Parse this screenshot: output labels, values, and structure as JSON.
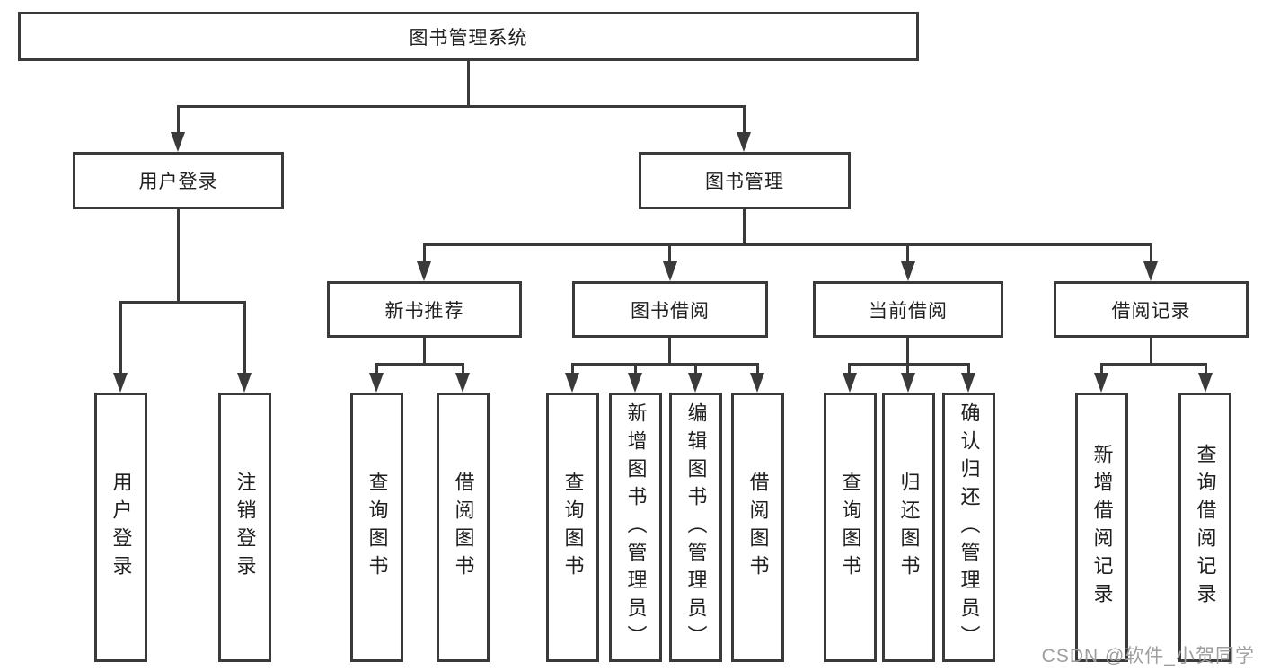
{
  "diagram": {
    "root": "图书管理系统",
    "branches": {
      "user_login": {
        "label": "用户登录",
        "children": [
          "用户登录",
          "注销登录"
        ]
      },
      "book_management": {
        "label": "图书管理",
        "sections": [
          {
            "label": "新书推荐",
            "children": [
              "查询图书",
              "借阅图书"
            ]
          },
          {
            "label": "图书借阅",
            "children": [
              "查询图书",
              "新增图书（管理员）",
              "编辑图书（管理员）",
              "借阅图书"
            ]
          },
          {
            "label": "当前借阅",
            "children": [
              "查询图书",
              "归还图书",
              "确认归还（管理员）"
            ]
          },
          {
            "label": "借阅记录",
            "children": [
              "新增借阅记录",
              "查询借阅记录"
            ]
          }
        ]
      }
    }
  },
  "watermark": "CSDN @软件_小贺同学",
  "colors": {
    "line": "#3a3a3a",
    "text": "#1f1f1f",
    "watermark": "#9e9e9e",
    "background": "#ffffff"
  }
}
